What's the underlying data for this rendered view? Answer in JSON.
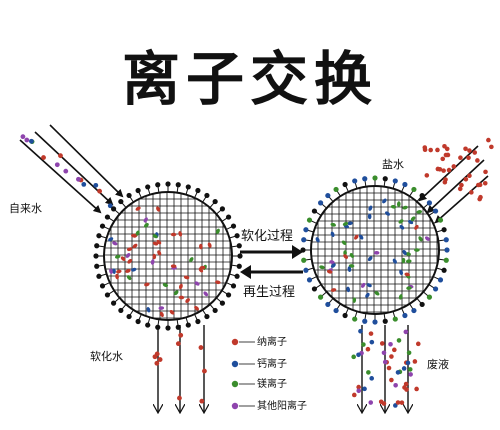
{
  "title": "离子交换",
  "inputs": {
    "tap_water": "自来水",
    "brine": "盐水"
  },
  "outputs": {
    "soft_water": "软化水",
    "waste": "废液"
  },
  "processes": {
    "softening": "软化过程",
    "regeneration": "再生过程"
  },
  "legend": [
    {
      "label": "纳离子",
      "color": "#c0392b"
    },
    {
      "label": "钙离子",
      "color": "#1f4e9c"
    },
    {
      "label": "镁离子",
      "color": "#3a8d2c"
    },
    {
      "label": "其他阳离子",
      "color": "#8e44ad"
    }
  ]
}
